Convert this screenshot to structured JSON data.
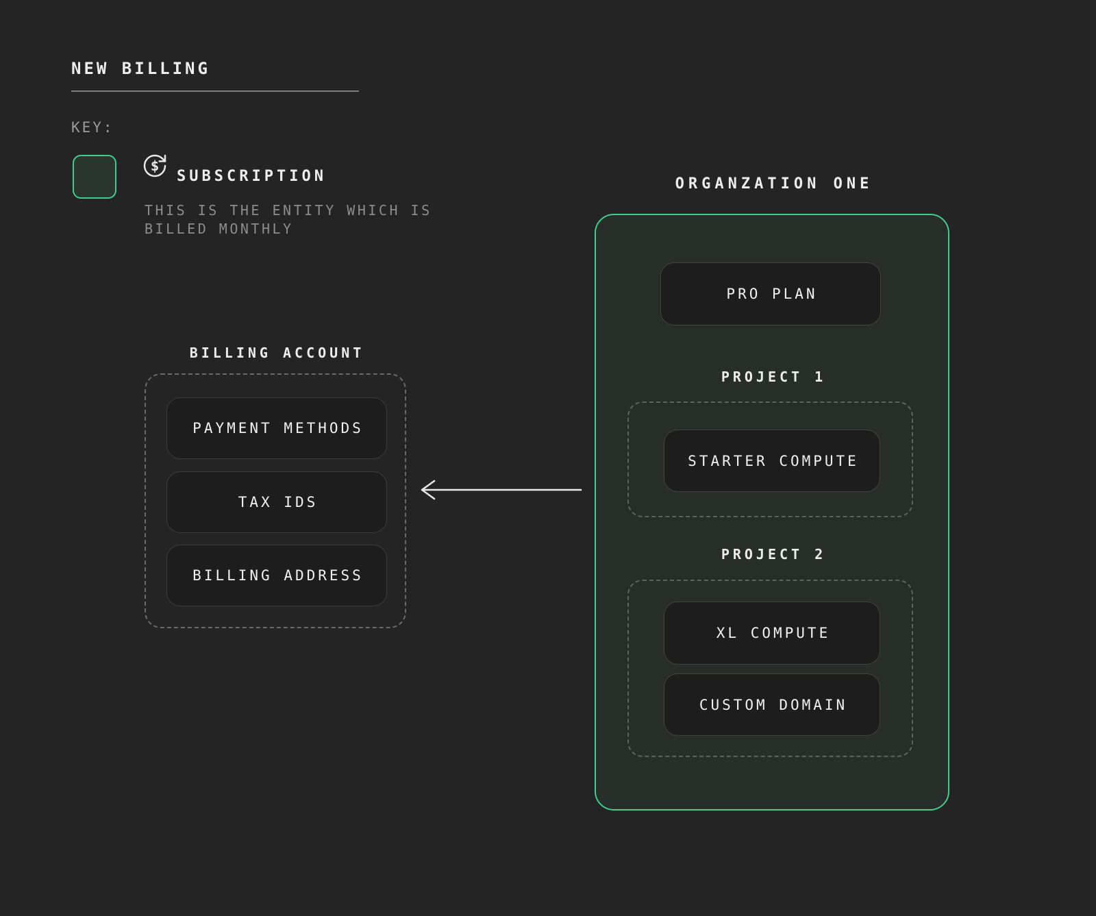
{
  "page": {
    "title": "NEW BILLING"
  },
  "key": {
    "label": "KEY:",
    "subscription": {
      "icon": "recurring-dollar-icon",
      "title": "SUBSCRIPTION",
      "description_line1": "THIS IS THE ENTITY WHICH IS",
      "description_line2": "BILLED MONTHLY"
    }
  },
  "billing_account": {
    "title": "BILLING ACCOUNT",
    "items": [
      {
        "label": "PAYMENT METHODS"
      },
      {
        "label": "TAX IDS"
      },
      {
        "label": "BILLING ADDRESS"
      }
    ]
  },
  "organization": {
    "title": "ORGANZATION ONE",
    "plan": {
      "label": "PRO PLAN"
    },
    "projects": [
      {
        "title": "PROJECT 1",
        "items": [
          {
            "label": "STARTER COMPUTE"
          }
        ]
      },
      {
        "title": "PROJECT 2",
        "items": [
          {
            "label": "XL COMPUTE"
          },
          {
            "label": "CUSTOM DOMAIN"
          }
        ]
      }
    ]
  },
  "connector": {
    "direction": "left"
  },
  "colors": {
    "background": "#242424",
    "accent_green": "#3ecf8e",
    "node_background": "#1d1d1d",
    "node_border": "#3c3c3c",
    "organization_background": "#272e29",
    "dashed_border_gray": "#696969",
    "dashed_border_green_gray": "#5a635c",
    "text_primary": "#ededed",
    "text_muted": "#8c8c8c"
  }
}
